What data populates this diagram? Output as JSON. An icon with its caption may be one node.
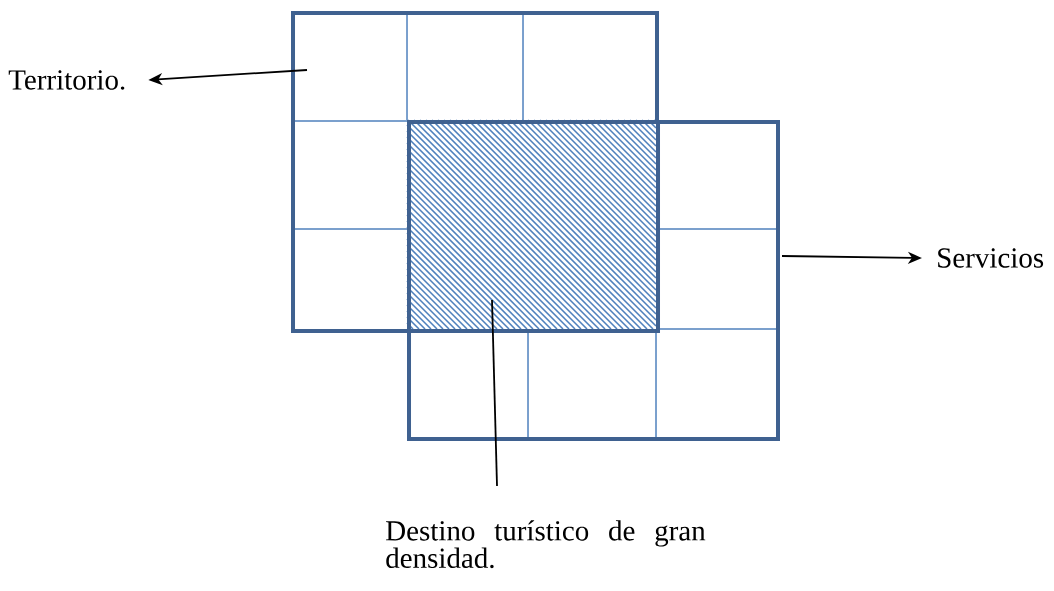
{
  "diagram": {
    "nodes": [
      {
        "text": [
          "Territorio."
        ]
      },
      {
        "text": [],
        "shape": "box"
      },
      {
        "text": [],
        "shape": "box"
      },
      {
        "text": [],
        "shape": "box"
      },
      {
        "text": [
          "Servicios"
        ]
      },
      {
        "text": [
          "Destino turístico de gran densidad."
        ]
      }
    ],
    "edges": [
      {
        "from": 1,
        "to": 0,
        "arrow": "to"
      },
      {
        "from": 3,
        "to": 4,
        "arrow": "to"
      },
      {
        "from": 5,
        "to": 2,
        "arrow": "none"
      }
    ]
  }
}
